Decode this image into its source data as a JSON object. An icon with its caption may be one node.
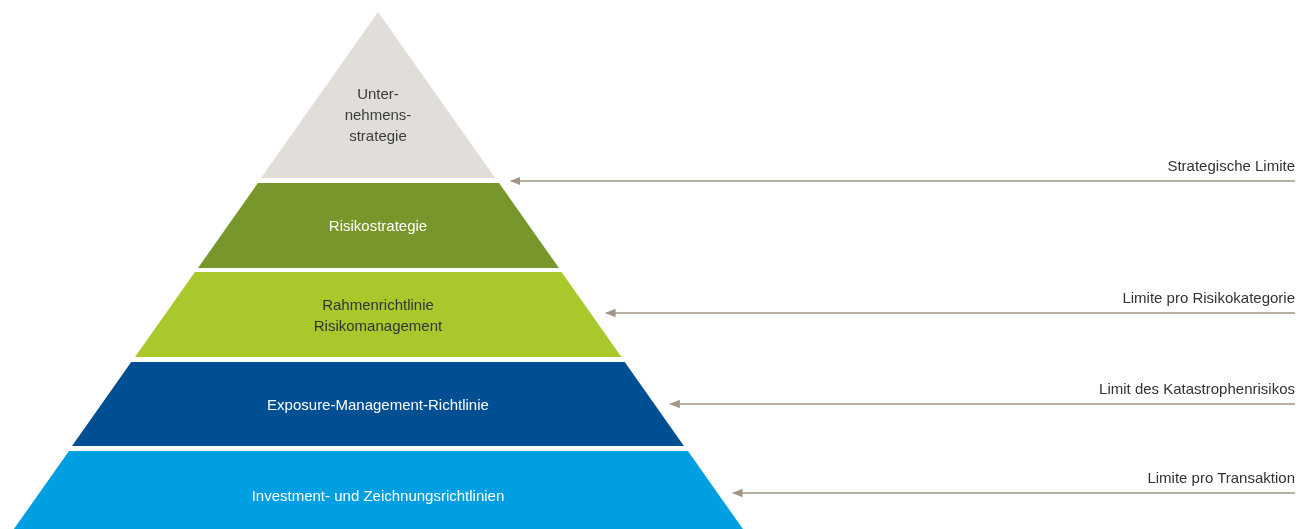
{
  "diagram": {
    "nodes": [
      {
        "text": [
          "Unter- nehmens- strategie"
        ]
      },
      {
        "text": [
          "Risikostrategie"
        ]
      },
      {
        "text": [
          "Rahmenrichtlinie Risikomanagement"
        ]
      },
      {
        "text": [
          "Exposure-Management-Richtlinie"
        ]
      },
      {
        "text": [
          "Investment- und Zeichnungsrichtlinien"
        ]
      },
      {
        "text": [
          "Strategische Limite"
        ]
      },
      {
        "text": [
          "Limite pro Risikokategorie"
        ]
      },
      {
        "text": [
          "Limit des Katastrophenrisikos"
        ]
      },
      {
        "text": [
          "Limite pro Transaktion"
        ]
      }
    ],
    "edges": [
      {
        "from": 5,
        "to": 0,
        "arrow": "to"
      },
      {
        "from": 6,
        "to": 2,
        "arrow": "to"
      },
      {
        "from": 7,
        "to": 3,
        "arrow": "to"
      },
      {
        "from": 8,
        "to": 4,
        "arrow": "to"
      }
    ]
  }
}
